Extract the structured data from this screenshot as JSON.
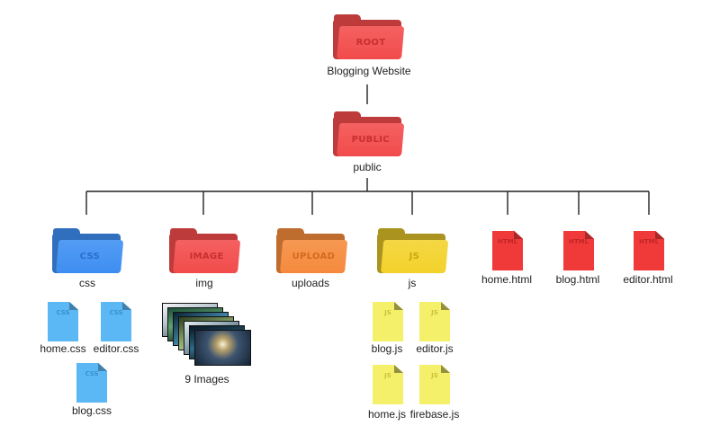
{
  "tree": {
    "root": {
      "folder_text": "ROOT",
      "label": "Blogging Website"
    },
    "public": {
      "folder_text": "PUBLIC",
      "label": "public"
    },
    "folders": [
      {
        "id": "css",
        "folder_text": "CSS",
        "label": "css",
        "color": "#3d8ef2"
      },
      {
        "id": "img",
        "folder_text": "IMAGE",
        "label": "img",
        "color": "#f24b4b"
      },
      {
        "id": "uploads",
        "folder_text": "UPLOAD",
        "label": "uploads",
        "color": "#f58a3c"
      },
      {
        "id": "js",
        "folder_text": "JS",
        "label": "js",
        "color": "#f3d22b"
      }
    ],
    "html_files": [
      {
        "id": "home",
        "doc_text": "HTML",
        "label": "home.html"
      },
      {
        "id": "blog",
        "doc_text": "HTML",
        "label": "blog.html"
      },
      {
        "id": "editor",
        "doc_text": "HTML",
        "label": "editor.html"
      }
    ],
    "css_files": [
      {
        "id": "home",
        "doc_text": "CSS",
        "label": "home.css"
      },
      {
        "id": "editor",
        "doc_text": "CSS",
        "label": "editor.css"
      },
      {
        "id": "blog",
        "doc_text": "CSS",
        "label": "blog.css"
      }
    ],
    "js_files": [
      {
        "id": "blog",
        "doc_text": "JS",
        "label": "blog.js"
      },
      {
        "id": "editor",
        "doc_text": "JS",
        "label": "editor.js"
      },
      {
        "id": "home",
        "doc_text": "JS",
        "label": "home.js"
      },
      {
        "id": "firebase",
        "doc_text": "JS",
        "label": "firebase.js"
      }
    ],
    "images": {
      "label": "9 Images"
    }
  },
  "colors": {
    "root_folder": "#f24b4b",
    "public_folder": "#f24b4b",
    "html_doc": "#f03a3a",
    "css_doc": "#5bb8f5",
    "js_doc": "#f5f06a",
    "connector": "#222222"
  }
}
